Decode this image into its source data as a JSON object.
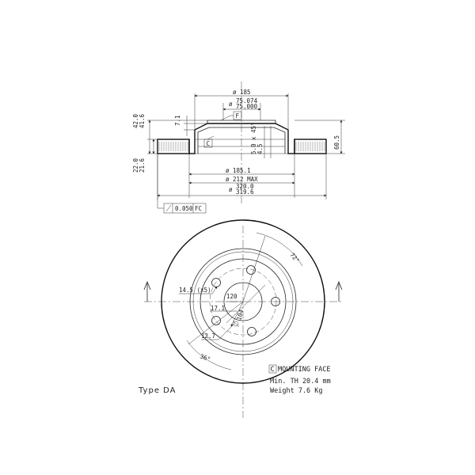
{
  "side_view": {
    "dia_outer_hat": "ø 185",
    "dia_bore_upper": "75.074",
    "dia_bore_prefix": "ø",
    "dia_bore_lower": "75.000",
    "dia_inner": "ø 185.1",
    "dia_max": "ø 212 MAX",
    "dia_disc_prefix": "ø",
    "dia_disc_upper": "320.0",
    "dia_disc_lower": "319.6",
    "height_upper": "42.0",
    "height_lower": "41.6",
    "thick_upper": "22.0",
    "thick_lower": "21.6",
    "hat_step": "7.1",
    "chamfer_upper": "5.0 x 45°",
    "chamfer_lower": "4.5",
    "total_height": "60.5",
    "datum_f": "F",
    "datum_c": "C",
    "tolerance_value": "0.050",
    "tolerance_ref": "FC"
  },
  "front_view": {
    "bolt_holes": "14.5 (x5)",
    "pcd": "120",
    "center_hole": "104",
    "hole_offset": "17.1",
    "radius_small": "12.7",
    "angle_top": "72°",
    "angle_bottom": "36°"
  },
  "notes": {
    "mounting_badge": "C",
    "mounting_face": "MOUNTING FACE",
    "min_th": "Min. TH 20.4 mm",
    "weight": "Weight  7.6 Kg",
    "type": "Type DA"
  }
}
